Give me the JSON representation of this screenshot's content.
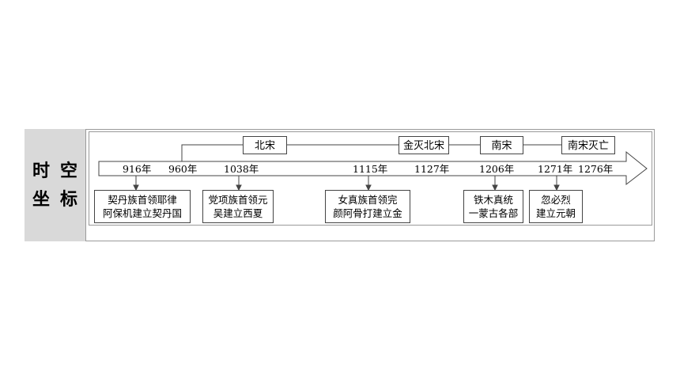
{
  "side_title": {
    "row1": [
      "时",
      "空"
    ],
    "row2": [
      "坐",
      "标"
    ]
  },
  "periods": [
    "北宋",
    "金灭北宋",
    "南宋",
    "南宋灭亡"
  ],
  "years": [
    "916年",
    "960年",
    "1038年",
    "1115年",
    "1127年",
    "1206年",
    "1271年",
    "1276年"
  ],
  "events": [
    {
      "line1": "契丹族首领耶律",
      "line2": "阿保机建立契丹国"
    },
    {
      "line1": "党项族首领元",
      "line2": "吴建立西夏"
    },
    {
      "line1": "女真族首领完",
      "line2": "颜阿骨打建立金"
    },
    {
      "line1": "铁木真统",
      "line2": "一蒙古各部"
    },
    {
      "line1": "忽必烈",
      "line2": "建立元朝"
    }
  ]
}
